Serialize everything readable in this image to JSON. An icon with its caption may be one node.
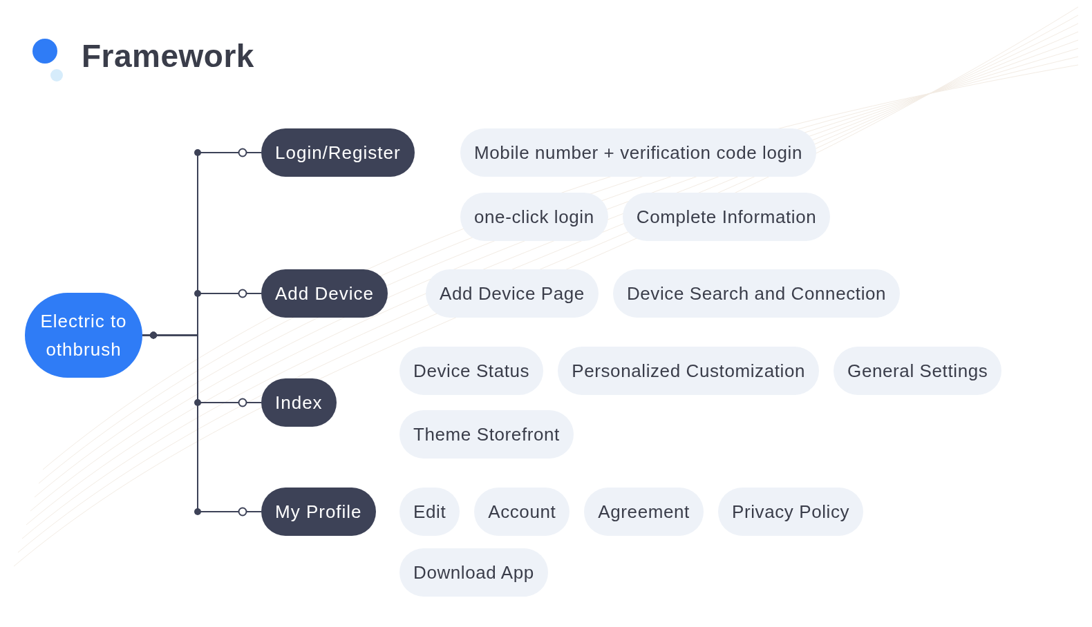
{
  "diagram": {
    "title": "Framework",
    "nodes": [
      {
        "text": [
          "Electric to othbrush"
        ]
      },
      {
        "text": [
          "Login/Register"
        ]
      },
      {
        "text": [
          "Mobile number + verification code login"
        ]
      },
      {
        "text": [
          "one-click login"
        ]
      },
      {
        "text": [
          "Complete Information"
        ]
      },
      {
        "text": [
          "Add Device"
        ]
      },
      {
        "text": [
          "Add Device Page"
        ]
      },
      {
        "text": [
          "Device Search and Connection"
        ]
      },
      {
        "text": [
          "Index"
        ]
      },
      {
        "text": [
          "Device Status"
        ]
      },
      {
        "text": [
          "Personalized Customization"
        ]
      },
      {
        "text": [
          "General Settings"
        ]
      },
      {
        "text": [
          "Theme Storefront"
        ]
      },
      {
        "text": [
          "My Profile"
        ]
      },
      {
        "text": [
          "Edit"
        ]
      },
      {
        "text": [
          "Account"
        ]
      },
      {
        "text": [
          "Agreement"
        ]
      },
      {
        "text": [
          "Privacy Policy"
        ]
      },
      {
        "text": [
          "Download App"
        ]
      }
    ],
    "edges": [
      {
        "from": 0,
        "to": 1,
        "arrow": "other"
      },
      {
        "from": 0,
        "to": 5,
        "arrow": "other"
      },
      {
        "from": 0,
        "to": 8,
        "arrow": "other"
      },
      {
        "from": 0,
        "to": 13,
        "arrow": "other"
      }
    ]
  }
}
